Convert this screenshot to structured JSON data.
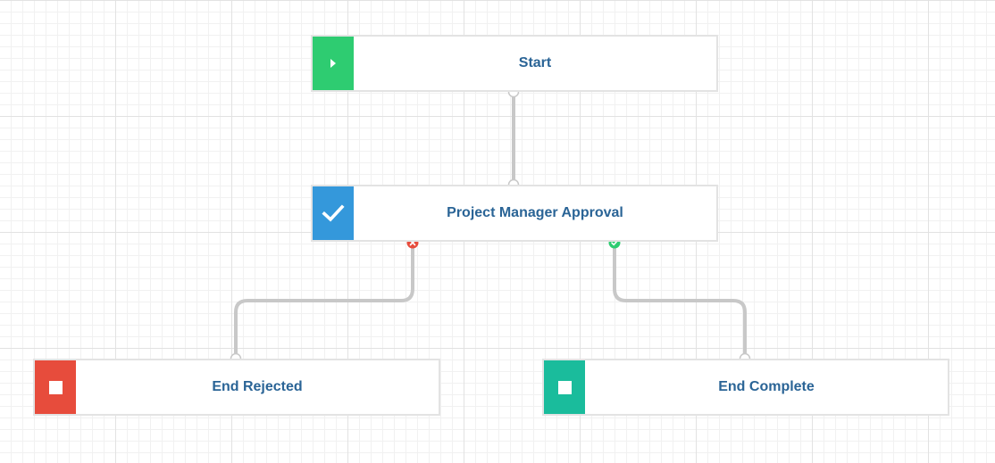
{
  "colors": {
    "start": "#2ecc71",
    "approval": "#3498db",
    "rejected": "#e74c3c",
    "complete": "#1abc9c",
    "reject_port": "#e74c3c",
    "approve_port": "#2ecc71",
    "label": "#2a6496"
  },
  "nodes": {
    "start": {
      "label": "Start",
      "icon": "play-icon"
    },
    "approval": {
      "label": "Project Manager Approval",
      "icon": "checkmark-icon"
    },
    "rejected": {
      "label": "End Rejected",
      "icon": "stop-icon"
    },
    "complete": {
      "label": "End Complete",
      "icon": "stop-icon"
    }
  },
  "ports": {
    "reject": {
      "icon": "close-circle-icon"
    },
    "approve": {
      "icon": "check-circle-icon"
    }
  }
}
